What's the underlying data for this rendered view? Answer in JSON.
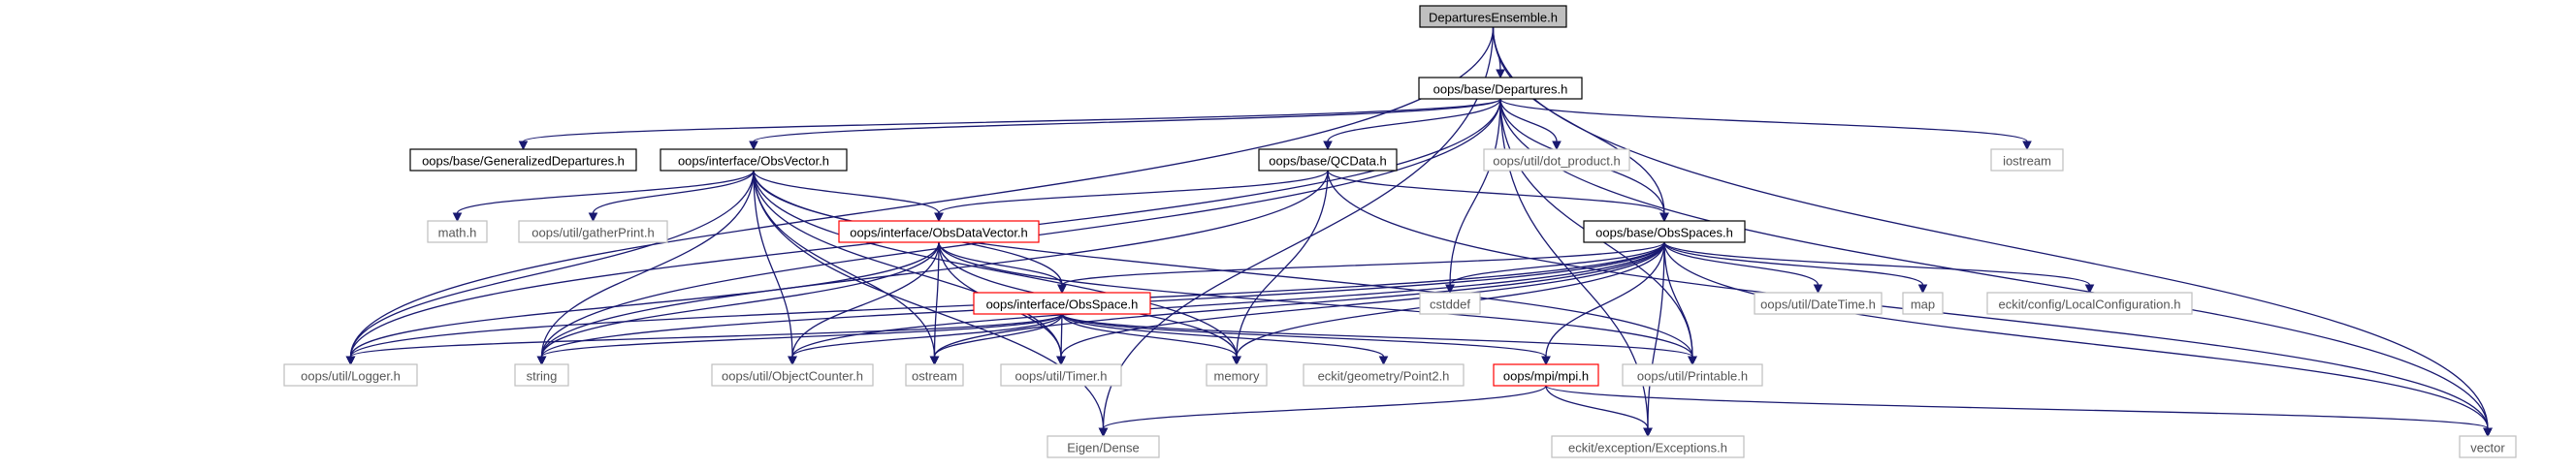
{
  "nodes": [
    {
      "id": "n_root",
      "label": "DeparturesEnsemble.h",
      "kind": "current"
    },
    {
      "id": "n_dep",
      "label": "oops/base/Departures.h",
      "kind": "documented"
    },
    {
      "id": "n_vector",
      "label": "vector",
      "kind": "external"
    },
    {
      "id": "n_logger",
      "label": "oops/util/Logger.h",
      "kind": "external"
    },
    {
      "id": "n_eigen",
      "label": "Eigen/Dense",
      "kind": "external"
    },
    {
      "id": "n_obsspaces",
      "label": "oops/base/ObsSpaces.h",
      "kind": "documented"
    },
    {
      "id": "n_gendep",
      "label": "oops/base/GeneralizedDepartures.h",
      "kind": "documented"
    },
    {
      "id": "n_obsvector",
      "label": "oops/interface/ObsVector.h",
      "kind": "documented"
    },
    {
      "id": "n_qcdata",
      "label": "oops/base/QCData.h",
      "kind": "documented"
    },
    {
      "id": "n_dot",
      "label": "oops/util/dot_product.h",
      "kind": "external"
    },
    {
      "id": "n_iostream",
      "label": "iostream",
      "kind": "external"
    },
    {
      "id": "n_string",
      "label": "string",
      "kind": "external"
    },
    {
      "id": "n_cstddef",
      "label": "cstddef",
      "kind": "external"
    },
    {
      "id": "n_printable",
      "label": "oops/util/Printable.h",
      "kind": "external"
    },
    {
      "id": "n_math",
      "label": "math.h",
      "kind": "external"
    },
    {
      "id": "n_gather",
      "label": "oops/util/gatherPrint.h",
      "kind": "external"
    },
    {
      "id": "n_obsdatavector",
      "label": "oops/interface/ObsDataVector.h",
      "kind": "truncated"
    },
    {
      "id": "n_obsspace",
      "label": "oops/interface/ObsSpace.h",
      "kind": "truncated"
    },
    {
      "id": "n_objcounter",
      "label": "oops/util/ObjectCounter.h",
      "kind": "external"
    },
    {
      "id": "n_ostream",
      "label": "ostream",
      "kind": "external"
    },
    {
      "id": "n_timer",
      "label": "oops/util/Timer.h",
      "kind": "external"
    },
    {
      "id": "n_memory",
      "label": "memory",
      "kind": "external"
    },
    {
      "id": "n_mpi",
      "label": "oops/mpi/mpi.h",
      "kind": "truncated"
    },
    {
      "id": "n_datetime",
      "label": "oops/util/DateTime.h",
      "kind": "external"
    },
    {
      "id": "n_map",
      "label": "map",
      "kind": "external"
    },
    {
      "id": "n_localconf",
      "label": "eckit/config/LocalConfiguration.h",
      "kind": "external"
    },
    {
      "id": "n_point2",
      "label": "eckit/geometry/Point2.h",
      "kind": "external"
    },
    {
      "id": "n_exceptions",
      "label": "eckit/exception/Exceptions.h",
      "kind": "external"
    }
  ],
  "edges": [
    [
      "n_root",
      "n_dep"
    ],
    [
      "n_root",
      "n_vector"
    ],
    [
      "n_root",
      "n_logger"
    ],
    [
      "n_root",
      "n_eigen"
    ],
    [
      "n_root",
      "n_obsspaces"
    ],
    [
      "n_dep",
      "n_gendep"
    ],
    [
      "n_dep",
      "n_obsvector"
    ],
    [
      "n_dep",
      "n_qcdata"
    ],
    [
      "n_dep",
      "n_obsspaces"
    ],
    [
      "n_dep",
      "n_dot"
    ],
    [
      "n_dep",
      "n_iostream"
    ],
    [
      "n_dep",
      "n_cstddef"
    ],
    [
      "n_dep",
      "n_string"
    ],
    [
      "n_dep",
      "n_logger"
    ],
    [
      "n_dep",
      "n_vector"
    ],
    [
      "n_dep",
      "n_printable"
    ],
    [
      "n_dep",
      "n_exceptions"
    ],
    [
      "n_obsvector",
      "n_math"
    ],
    [
      "n_obsvector",
      "n_gather"
    ],
    [
      "n_obsvector",
      "n_obsdatavector"
    ],
    [
      "n_obsvector",
      "n_obsspace"
    ],
    [
      "n_obsvector",
      "n_logger"
    ],
    [
      "n_obsvector",
      "n_string"
    ],
    [
      "n_obsvector",
      "n_objcounter"
    ],
    [
      "n_obsvector",
      "n_ostream"
    ],
    [
      "n_obsvector",
      "n_timer"
    ],
    [
      "n_obsvector",
      "n_memory"
    ],
    [
      "n_obsvector",
      "n_printable"
    ],
    [
      "n_obsvector",
      "n_eigen"
    ],
    [
      "n_qcdata",
      "n_obsdatavector"
    ],
    [
      "n_qcdata",
      "n_obsspaces"
    ],
    [
      "n_qcdata",
      "n_string"
    ],
    [
      "n_qcdata",
      "n_memory"
    ],
    [
      "n_qcdata",
      "n_vector"
    ],
    [
      "n_obsdatavector",
      "n_obsspace"
    ],
    [
      "n_obsdatavector",
      "n_logger"
    ],
    [
      "n_obsdatavector",
      "n_string"
    ],
    [
      "n_obsdatavector",
      "n_objcounter"
    ],
    [
      "n_obsdatavector",
      "n_ostream"
    ],
    [
      "n_obsdatavector",
      "n_timer"
    ],
    [
      "n_obsdatavector",
      "n_memory"
    ],
    [
      "n_obsdatavector",
      "n_printable"
    ],
    [
      "n_obsspaces",
      "n_obsspace"
    ],
    [
      "n_obsspaces",
      "n_cstddef"
    ],
    [
      "n_obsspaces",
      "n_datetime"
    ],
    [
      "n_obsspaces",
      "n_map"
    ],
    [
      "n_obsspaces",
      "n_localconf"
    ],
    [
      "n_obsspaces",
      "n_vector"
    ],
    [
      "n_obsspaces",
      "n_logger"
    ],
    [
      "n_obsspaces",
      "n_string"
    ],
    [
      "n_obsspaces",
      "n_objcounter"
    ],
    [
      "n_obsspaces",
      "n_ostream"
    ],
    [
      "n_obsspaces",
      "n_timer"
    ],
    [
      "n_obsspaces",
      "n_memory"
    ],
    [
      "n_obsspaces",
      "n_printable"
    ],
    [
      "n_obsspaces",
      "n_mpi"
    ],
    [
      "n_obsspaces",
      "n_exceptions"
    ],
    [
      "n_obsspace",
      "n_logger"
    ],
    [
      "n_obsspace",
      "n_string"
    ],
    [
      "n_obsspace",
      "n_objcounter"
    ],
    [
      "n_obsspace",
      "n_ostream"
    ],
    [
      "n_obsspace",
      "n_timer"
    ],
    [
      "n_obsspace",
      "n_memory"
    ],
    [
      "n_obsspace",
      "n_point2"
    ],
    [
      "n_obsspace",
      "n_mpi"
    ],
    [
      "n_obsspace",
      "n_printable"
    ],
    [
      "n_mpi",
      "n_eigen"
    ],
    [
      "n_mpi",
      "n_vector"
    ],
    [
      "n_mpi",
      "n_exceptions"
    ]
  ]
}
